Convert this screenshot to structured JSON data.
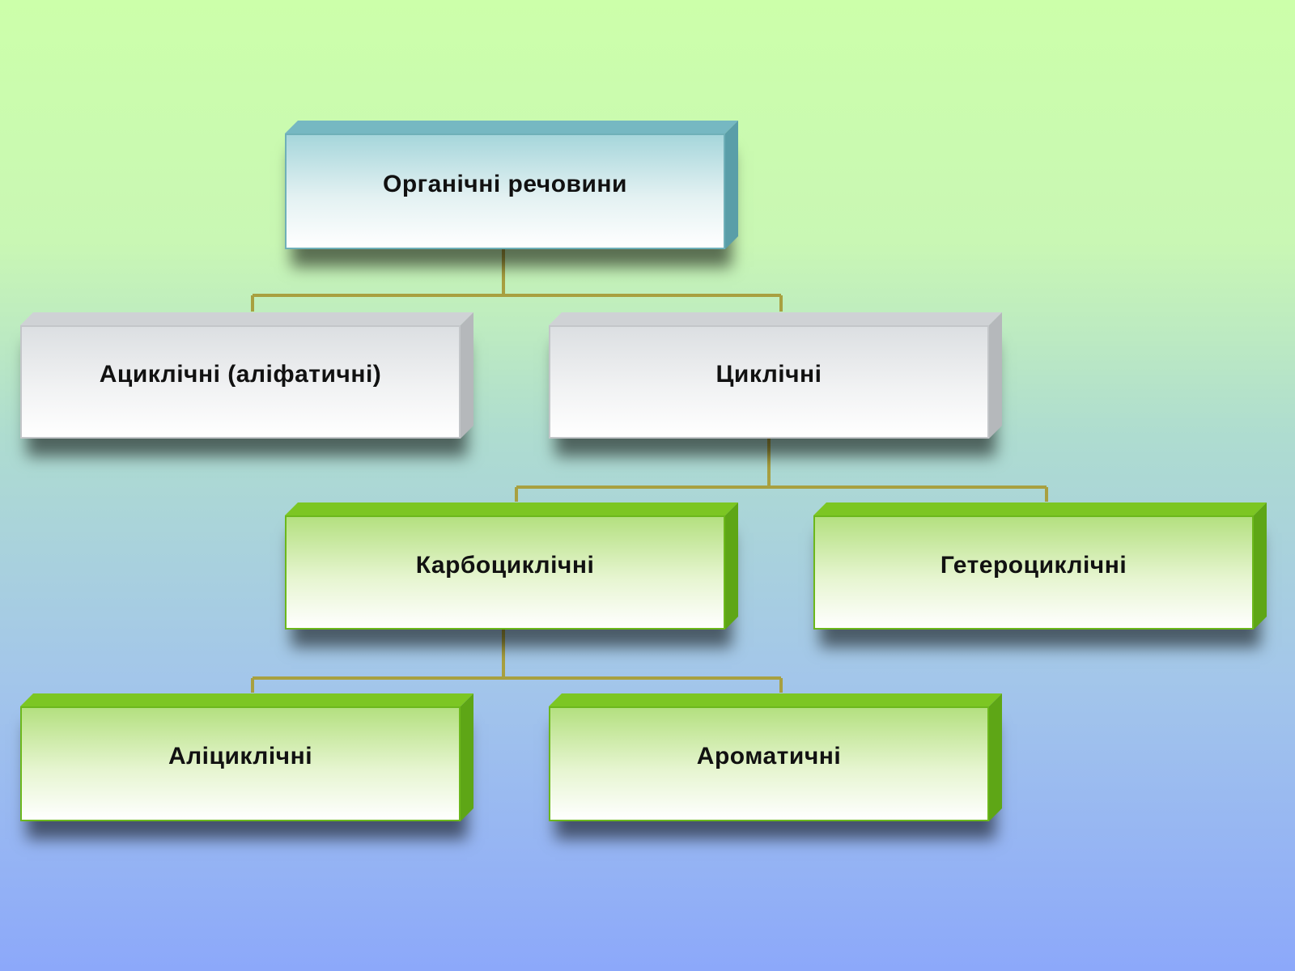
{
  "diagram": {
    "root": "Органічні речовини",
    "acyclic": "Ациклічні (аліфатичні)",
    "cyclic": "Циклічні",
    "carbocyclic": "Карбоциклічні",
    "heterocyclic": "Гетероциклічні",
    "alicyclic": "Аліциклічні",
    "aromatic": "Ароматичні"
  },
  "colors": {
    "connector": "#a8a040",
    "root_theme": "#6fb0b8",
    "level1_theme": "#c3c6c9",
    "level2_theme": "#6cb81c"
  }
}
